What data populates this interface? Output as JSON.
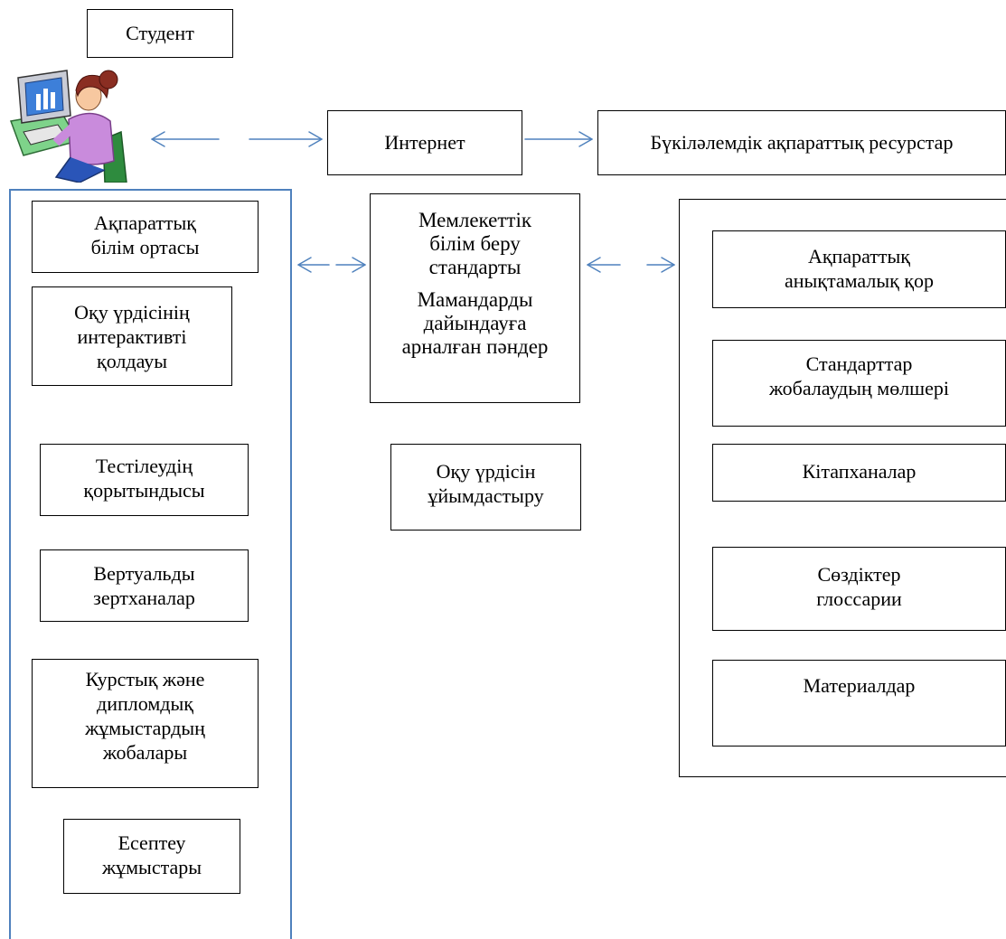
{
  "student": {
    "label": "Студент"
  },
  "top_row": {
    "internet": "Интернет",
    "world_resources": "Бүкіләлемдік ақпараттық ресурстар"
  },
  "left_column": {
    "items": [
      [
        "Ақпараттық",
        "білім ортасы"
      ],
      [
        "Оқу үрдісінің",
        "интерактивті",
        "қолдауы"
      ],
      [
        "Тестілеудің",
        "қорытындысы"
      ],
      [
        "Вертуальды",
        "зертханалар"
      ],
      [
        "Курстық және",
        "дипломдық",
        "жұмыстардың",
        "жобалары"
      ],
      [
        "Есептеу",
        "жұмыстары"
      ]
    ]
  },
  "center": {
    "standard": [
      "Мемлекеттік",
      "білім беру",
      "стандарты"
    ],
    "subjects": [
      "Мамандарды",
      "дайындауға",
      "арналған пәндер"
    ],
    "organization": [
      "Оқу үрдісін",
      "ұйымдастыру"
    ]
  },
  "right_column": {
    "items": [
      [
        "Ақпараттық",
        "анықтамалық қор"
      ],
      [
        "Стандарттар",
        "жобалаудың мөлшері"
      ],
      [
        "Кітапханалар"
      ],
      [
        "Сөздіктер",
        "глоссарии"
      ],
      [
        "Материалдар"
      ]
    ]
  },
  "colors": {
    "left_frame": "#4f81bd",
    "arrow": "#4f81bd",
    "box_border": "#000000"
  },
  "icons": {
    "student_illustration": "person-at-computer-icon"
  }
}
